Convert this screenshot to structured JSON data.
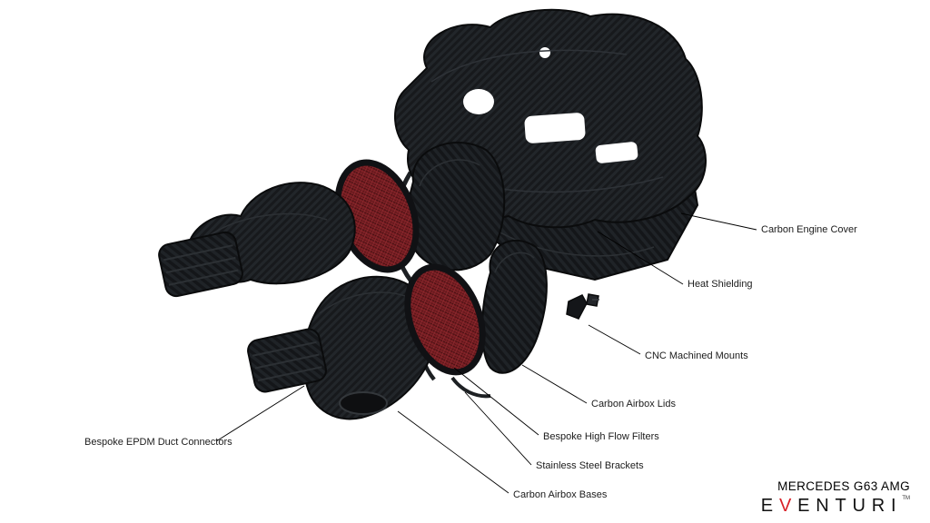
{
  "diagram": {
    "labels": {
      "carbon_engine_cover": "Carbon Engine Cover",
      "heat_shielding": "Heat Shielding",
      "cnc_machined_mounts": "CNC Machined Mounts",
      "carbon_airbox_lids": "Carbon Airbox Lids",
      "bespoke_high_flow_filters": "Bespoke High Flow Filters",
      "stainless_steel_brackets": "Stainless Steel Brackets",
      "carbon_airbox_bases": "Carbon Airbox Bases",
      "bespoke_epdm_duct_connectors": "Bespoke EPDM Duct Connectors"
    },
    "colors": {
      "carbon_dark": "#17191c",
      "filter_red": "#7a1e23",
      "leader_line": "#000000"
    }
  },
  "branding": {
    "model": "MERCEDES G63 AMG",
    "logo_pre": "E",
    "logo_v": "V",
    "logo_post": "ENTURI",
    "trademark": "TM",
    "logo_red": "#d81f26"
  }
}
